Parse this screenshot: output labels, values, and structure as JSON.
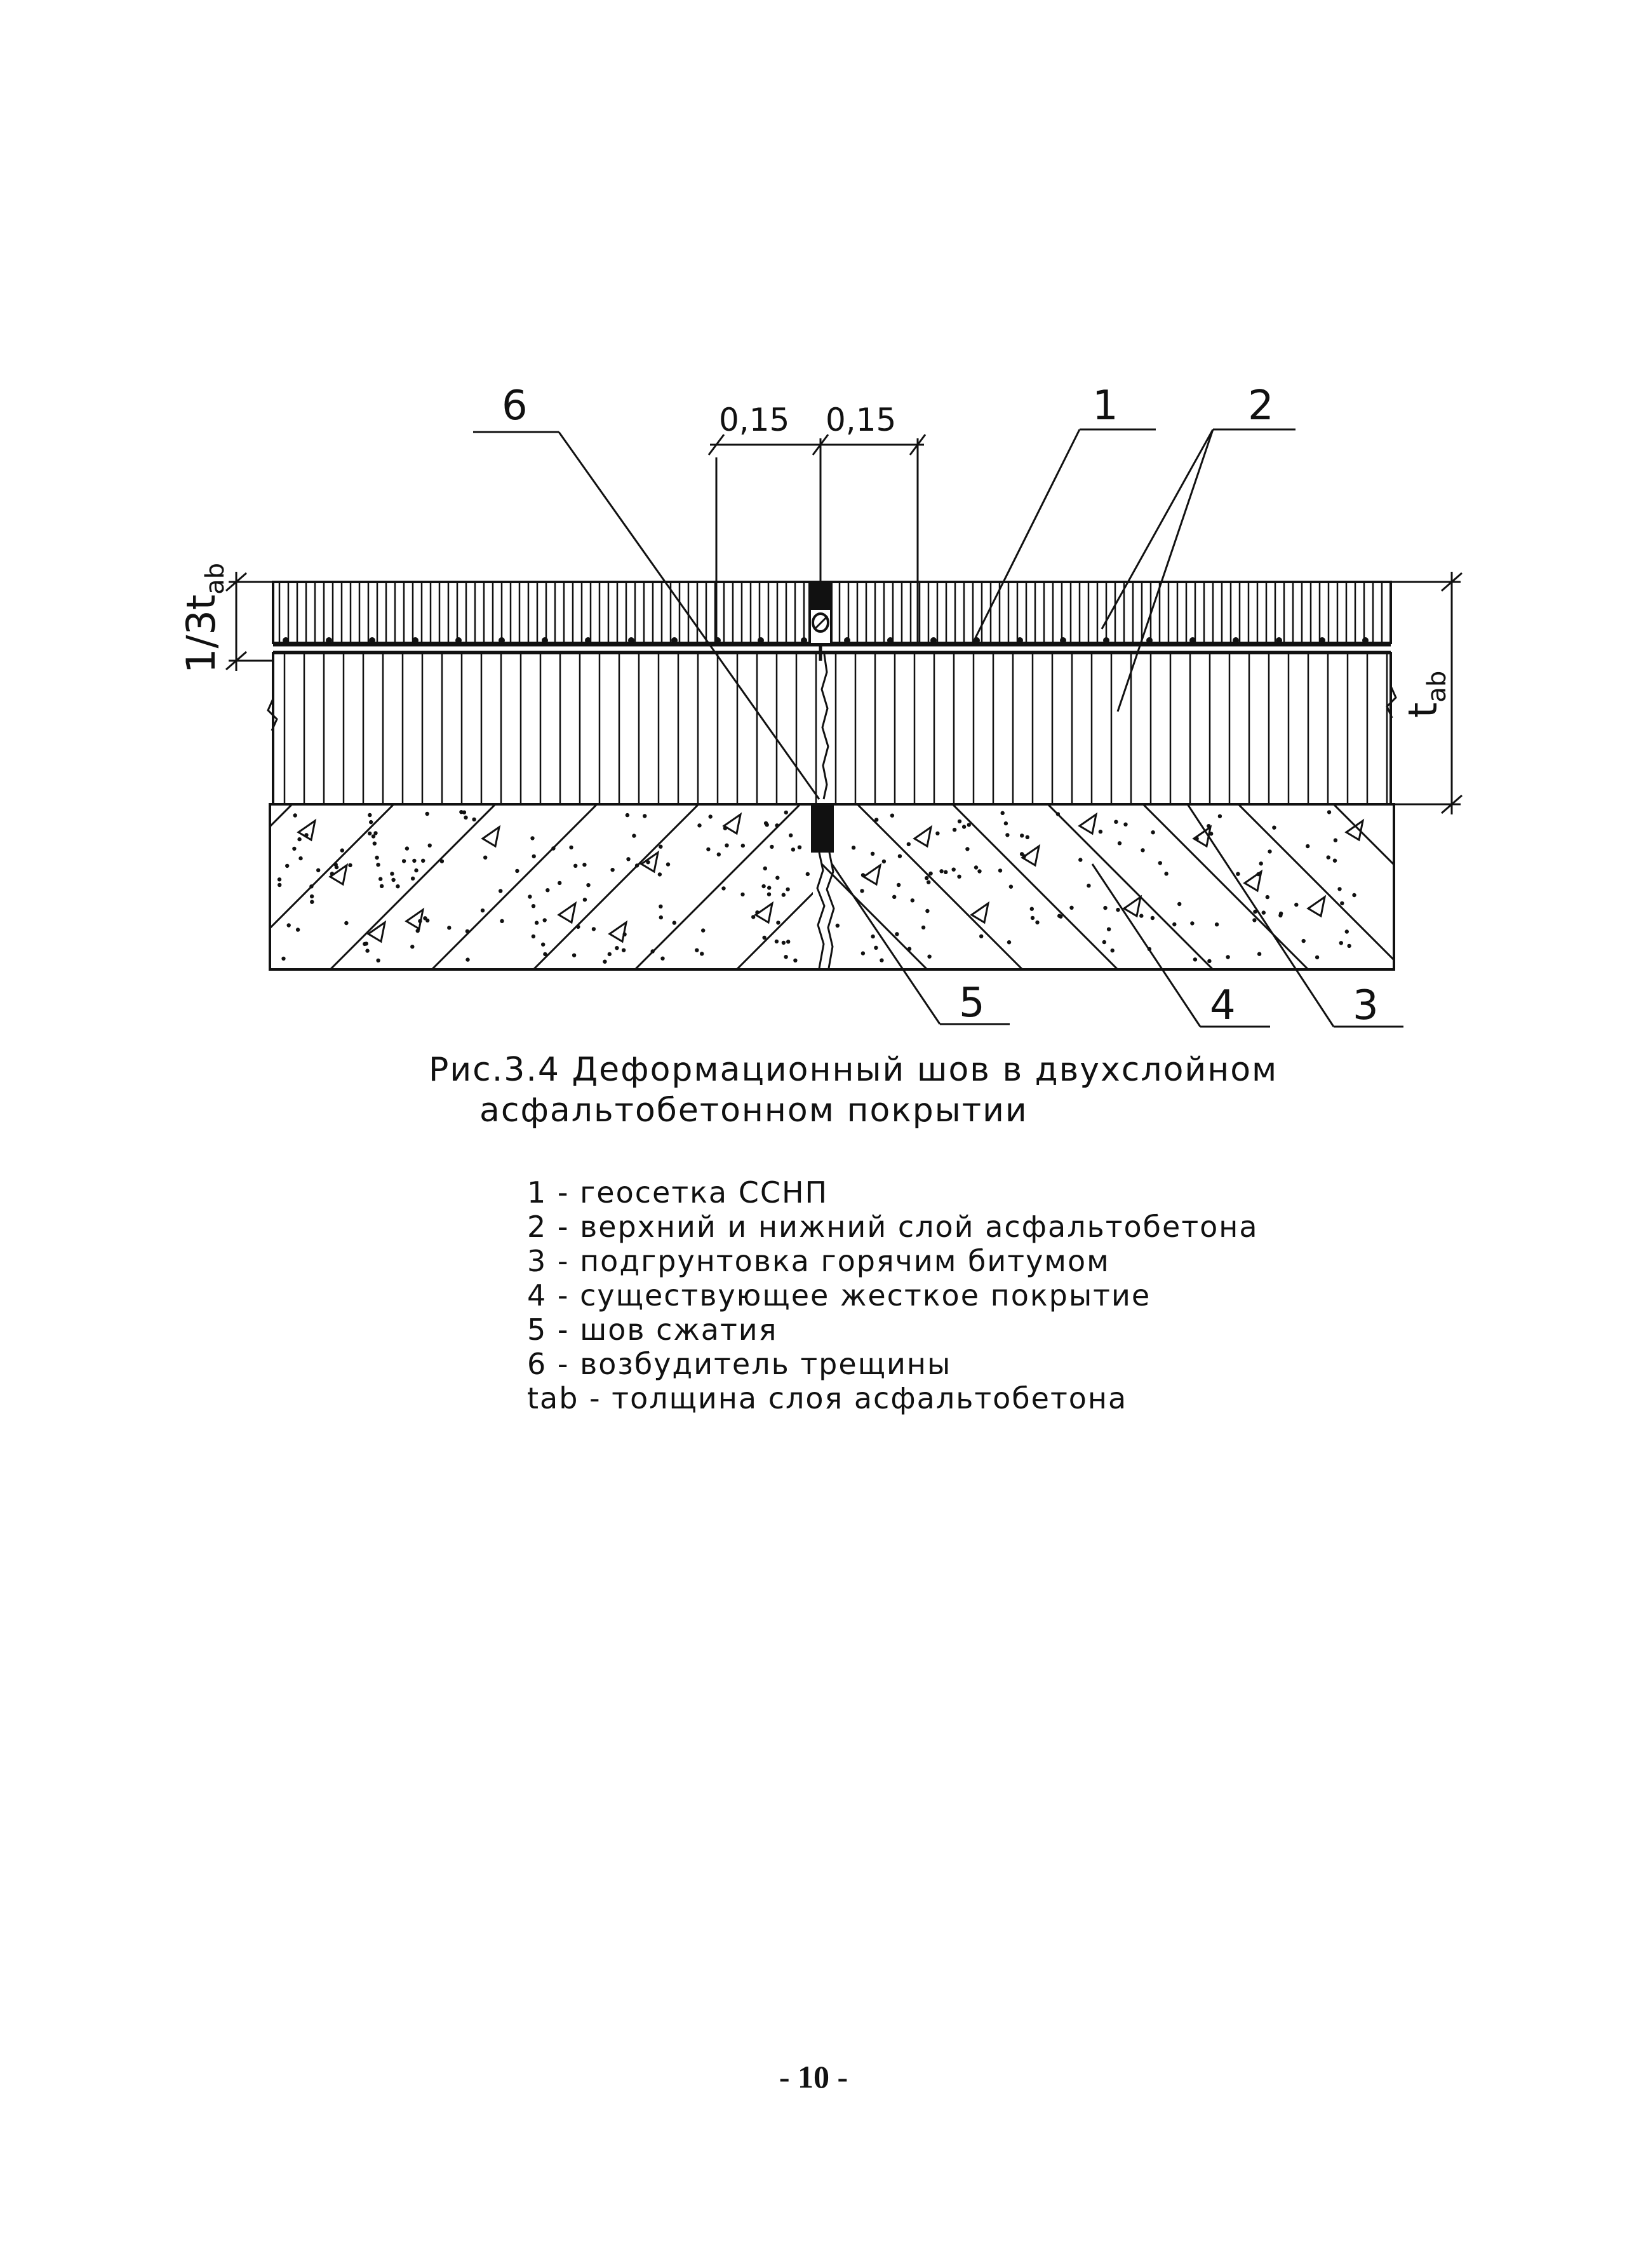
{
  "callouts": [
    "6",
    "1",
    "2",
    "5",
    "4",
    "3"
  ],
  "dimensions": {
    "left_width": "0,15",
    "right_width": "0,15",
    "upper_layer": "1/3t",
    "upper_layer_sub": "ab",
    "total_layer": "t",
    "total_layer_sub": "ab"
  },
  "caption": {
    "line1": "Рис.3.4 Деформационный шов в двухслойном",
    "line2": "асфальтобетонном покрытии"
  },
  "legend": [
    "1 - геосетка ССНП",
    "2 - верхний и нижний слой асфальтобетона",
    "3 - подгрунтовка горячим битумом",
    "4 - существующее жесткое покрытие",
    "5 - шов сжатия",
    "6 - возбудитель трещины",
    "tab - толщина слоя асфальтобетона"
  ],
  "page_number": "- 10 -"
}
